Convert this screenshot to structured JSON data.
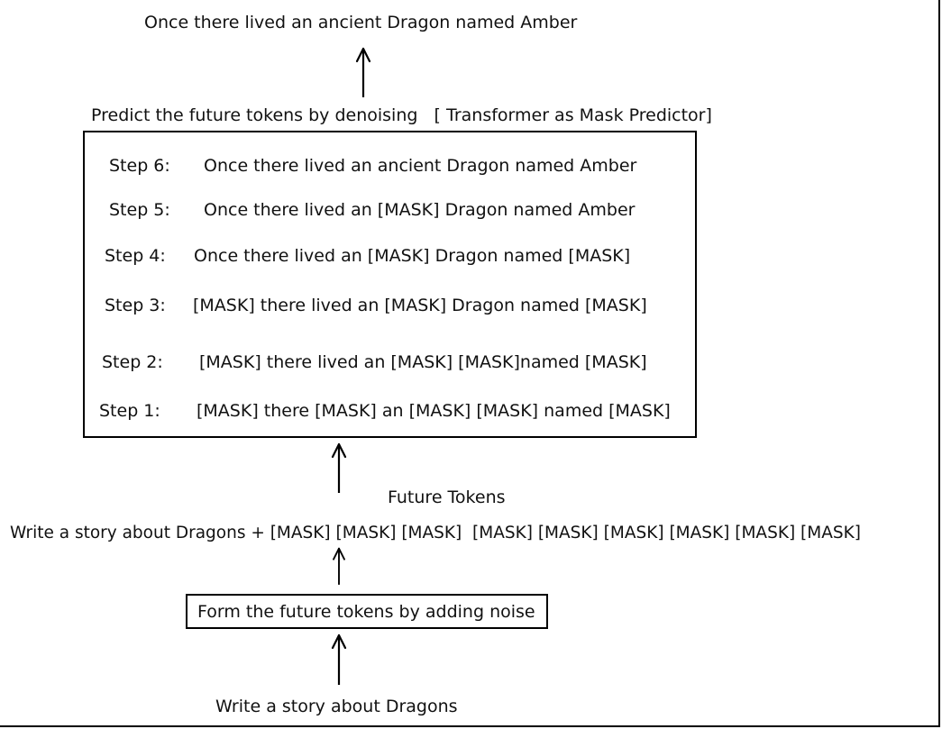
{
  "output_text": "Once there lived an ancient Dragon named Amber",
  "predict_label": "Predict the future tokens by denoising   [ Transformer as Mask Predictor]",
  "steps": [
    {
      "label": "Step 6:",
      "text": "Once there lived an ancient Dragon named Amber"
    },
    {
      "label": "Step 5:",
      "text": "Once there lived an [MASK] Dragon named Amber"
    },
    {
      "label": "Step 4:",
      "text": "Once there lived an [MASK] Dragon named [MASK]"
    },
    {
      "label": "Step 3:",
      "text": "[MASK] there lived an [MASK] Dragon named [MASK]"
    },
    {
      "label": "Step 2:",
      "text": "[MASK] there lived an [MASK] [MASK]named [MASK]"
    },
    {
      "label": "Step 1:",
      "text": "[MASK] there [MASK] an [MASK] [MASK] named [MASK]"
    }
  ],
  "future_tokens_label": "Future Tokens",
  "masked_sequence": "Write a story about Dragons + [MASK] [MASK] [MASK]  [MASK] [MASK] [MASK] [MASK] [MASK] [MASK]",
  "noise_box_label": "Form the future tokens by adding noise",
  "input_prompt": "Write a story about Dragons"
}
